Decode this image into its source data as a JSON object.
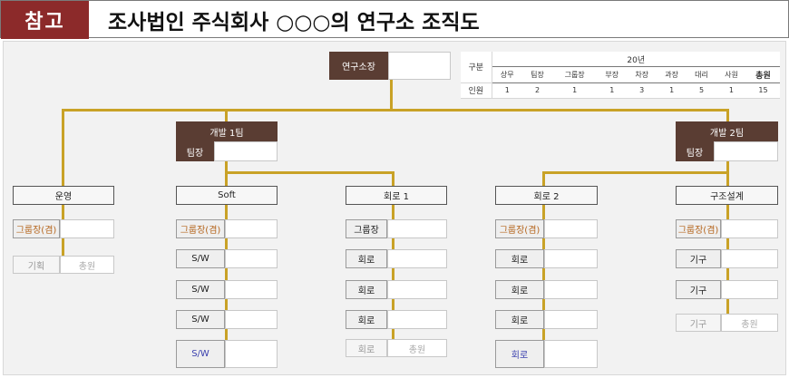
{
  "header": {
    "badge": "참고",
    "title": "조사법인 주식회사 ○○○의 연구소 조직도"
  },
  "director": {
    "label": "연구소장"
  },
  "stats": {
    "row_header": "구분",
    "year": "20년",
    "columns": [
      "상무",
      "팀장",
      "그룹장",
      "부장",
      "차장",
      "과장",
      "대리",
      "사원",
      "총원"
    ],
    "row_label": "인원",
    "values": [
      "1",
      "2",
      "1",
      "1",
      "3",
      "1",
      "5",
      "1",
      "15"
    ]
  },
  "teams": [
    {
      "name": "개발 1팀",
      "leader": "팀장"
    },
    {
      "name": "개발 2팀",
      "leader": "팀장"
    }
  ],
  "units": {
    "ops": {
      "name": "운영",
      "roles": [
        "그룹장(겸)",
        "기획"
      ],
      "extra": "총원"
    },
    "soft": {
      "name": "Soft",
      "roles": [
        "그룹장(겸)",
        "S/W",
        "S/W",
        "S/W",
        "S/W"
      ]
    },
    "circuit1": {
      "name": "회로 1",
      "roles": [
        "그룹장",
        "회로",
        "회로",
        "회로",
        "회로"
      ],
      "extra": "총원"
    },
    "circuit2": {
      "name": "회로 2",
      "roles": [
        "그룹장(겸)",
        "회로",
        "회로",
        "회로",
        "회로"
      ]
    },
    "design": {
      "name": "구조설계",
      "roles": [
        "그룹장(겸)",
        "기구",
        "기구",
        "기구"
      ],
      "extra": "총원"
    }
  }
}
